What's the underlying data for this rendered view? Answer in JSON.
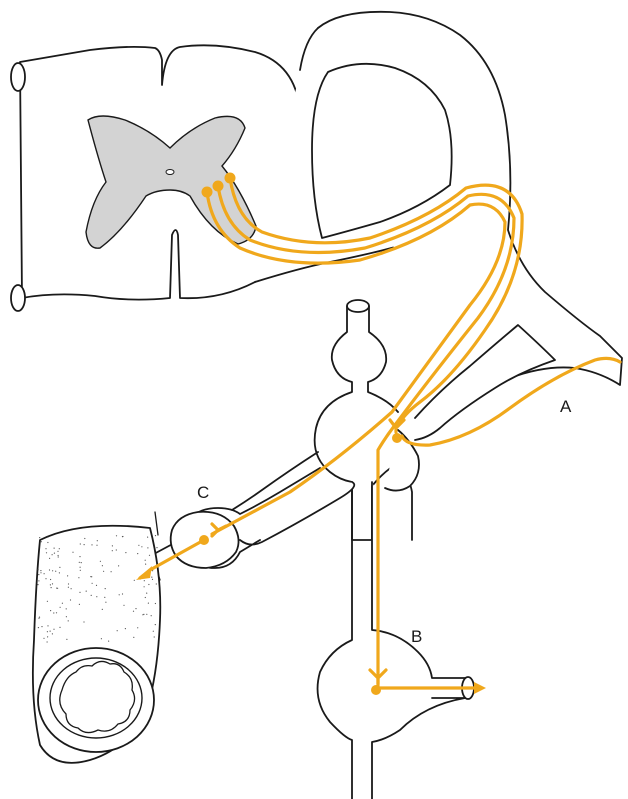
{
  "colors": {
    "fiber": "#f0a81c",
    "gray_matter": "#d3d3d3",
    "outline": "#1a1a1a",
    "background": "#ffffff"
  },
  "labels": {
    "a": "A",
    "b": "B",
    "c": "C"
  }
}
